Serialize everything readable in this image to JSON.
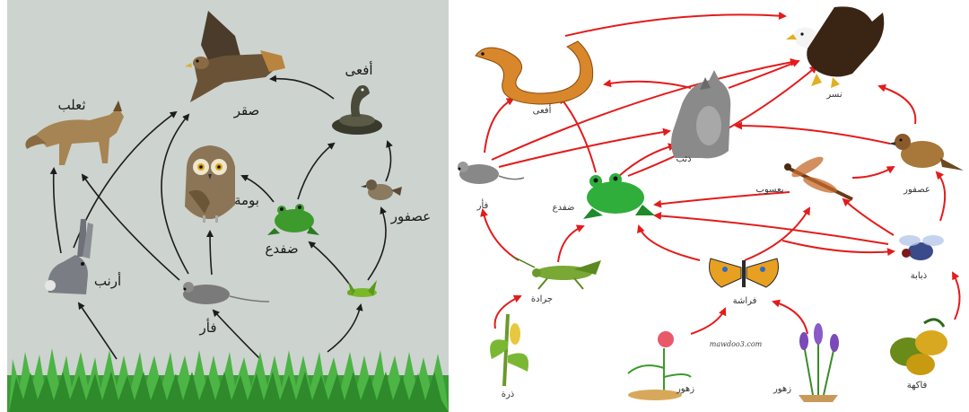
{
  "colors": {
    "left_bg": "#cdd3cf",
    "right_bg": "#ffffff",
    "left_arrow": "#1c1c1c",
    "right_arrow": "#e41b1b",
    "grass": "#3fa63a"
  },
  "left_web": {
    "labels": {
      "hawk": "صقر",
      "fox": "ثعلب",
      "snake": "أفعى",
      "owl": "بومة",
      "frog": "ضفدع",
      "sparrow": "عصفور",
      "rabbit": "أرنب",
      "mouse": "فأر"
    }
  },
  "right_web": {
    "labels": {
      "eagle": "نسر",
      "snake": "أفعى",
      "wolf": "ذئب",
      "mouse": "فأر",
      "frog": "ضفدع",
      "dragonfly": "يعسوب",
      "bird": "عصفور",
      "grasshopper": "جرادة",
      "butterfly": "فراشة",
      "fly": "ذبابة",
      "corn": "ذرة",
      "flower1": "زهور",
      "flower2": "زهور",
      "fruit": "فاكهة"
    },
    "watermark": "mawdoo3.com"
  }
}
